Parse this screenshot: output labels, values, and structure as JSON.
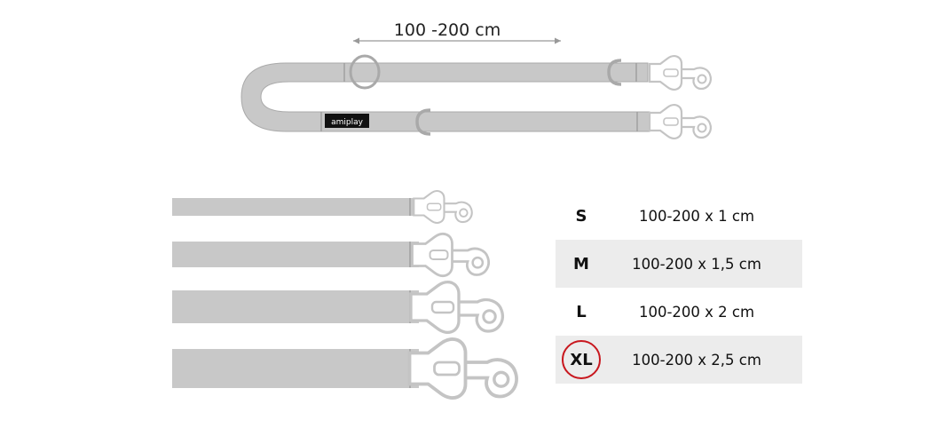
{
  "leash": {
    "length_label": "100 -200 cm",
    "brand_label": "amiplay"
  },
  "sizes": [
    {
      "code": "S",
      "dimension": "100-200 x 1 cm",
      "highlighted": false
    },
    {
      "code": "M",
      "dimension": "100-200 x 1,5 cm",
      "highlighted": false
    },
    {
      "code": "L",
      "dimension": "100-200 x 2 cm",
      "highlighted": false
    },
    {
      "code": "XL",
      "dimension": "100-200 x 2,5 cm",
      "highlighted": true
    }
  ],
  "colors": {
    "strap": "#c8c8c8",
    "strap_outline": "#a9a9a9",
    "hardware": "#bdbdbd",
    "highlight_circle": "#c8171e",
    "row_shade": "#ececec",
    "brand_tag": "#111111"
  }
}
